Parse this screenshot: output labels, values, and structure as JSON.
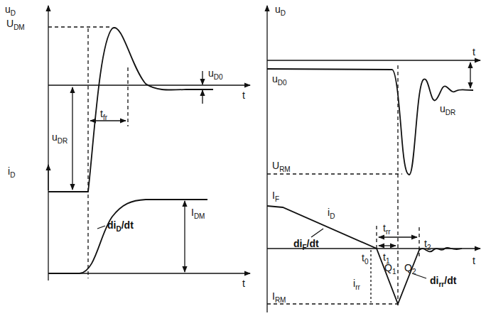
{
  "diagram": {
    "labels": [
      "uD",
      "UDM",
      "uD0",
      "t",
      "tfr",
      "uDR",
      "iD",
      "diD/dt",
      "IDM",
      "t",
      "uD",
      "uD0",
      "t",
      "uDR",
      "URM",
      "IF",
      "iD",
      "diF/dt",
      "trr",
      "t1",
      "t2",
      "t0",
      "Q1",
      "Q2",
      "t",
      "IRM",
      "irr",
      "dirr/dt"
    ]
  }
}
